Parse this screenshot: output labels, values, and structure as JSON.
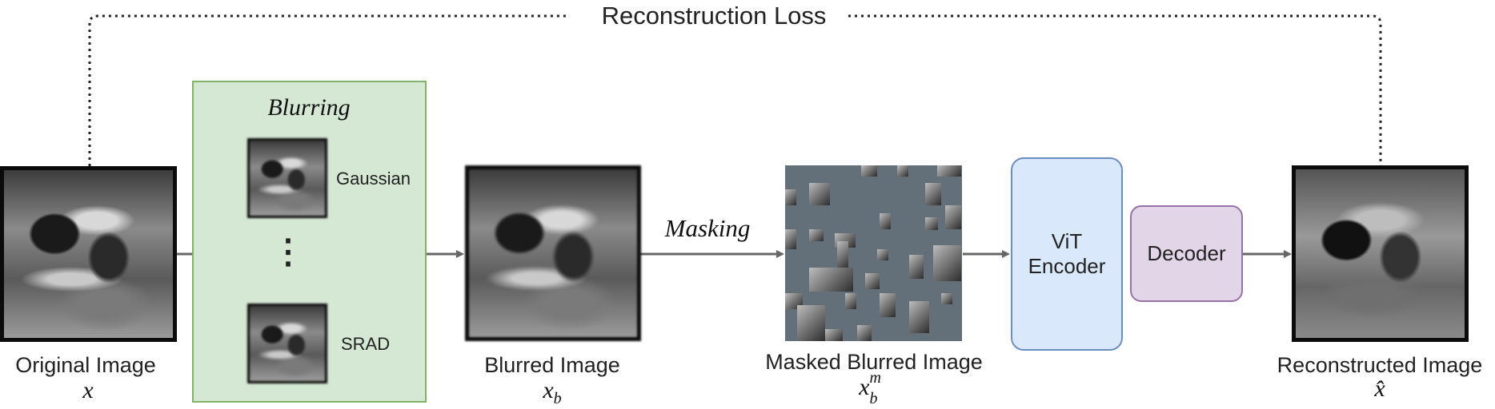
{
  "top_loss_label": "Reconstruction Loss",
  "original": {
    "label": "Original Image",
    "symbol": "x"
  },
  "blurring": {
    "title": "Blurring",
    "option1": "Gaussian",
    "ellipsis": "⋮",
    "option2": "SRAD"
  },
  "blurred": {
    "label": "Blurred Image",
    "symbol": "x",
    "sub": "b"
  },
  "masking": {
    "label": "Masking"
  },
  "masked": {
    "label": "Masked Blurred Image",
    "symbol": "x",
    "sub": "b",
    "sup": "m"
  },
  "encoder": {
    "line1": "ViT",
    "line2": "Encoder"
  },
  "decoder": {
    "label": "Decoder"
  },
  "reconstructed": {
    "label": "Reconstructed Image",
    "symbol": "x̂"
  },
  "colors": {
    "blur_box_fill": "#d5e8d4",
    "blur_box_stroke": "#82b366",
    "encoder_fill": "#dae8fc",
    "encoder_stroke": "#6c8ebf",
    "decoder_fill": "#e1d5e7",
    "decoder_stroke": "#9673a6",
    "arrow": "#666666",
    "mask_gray": "#637079"
  }
}
